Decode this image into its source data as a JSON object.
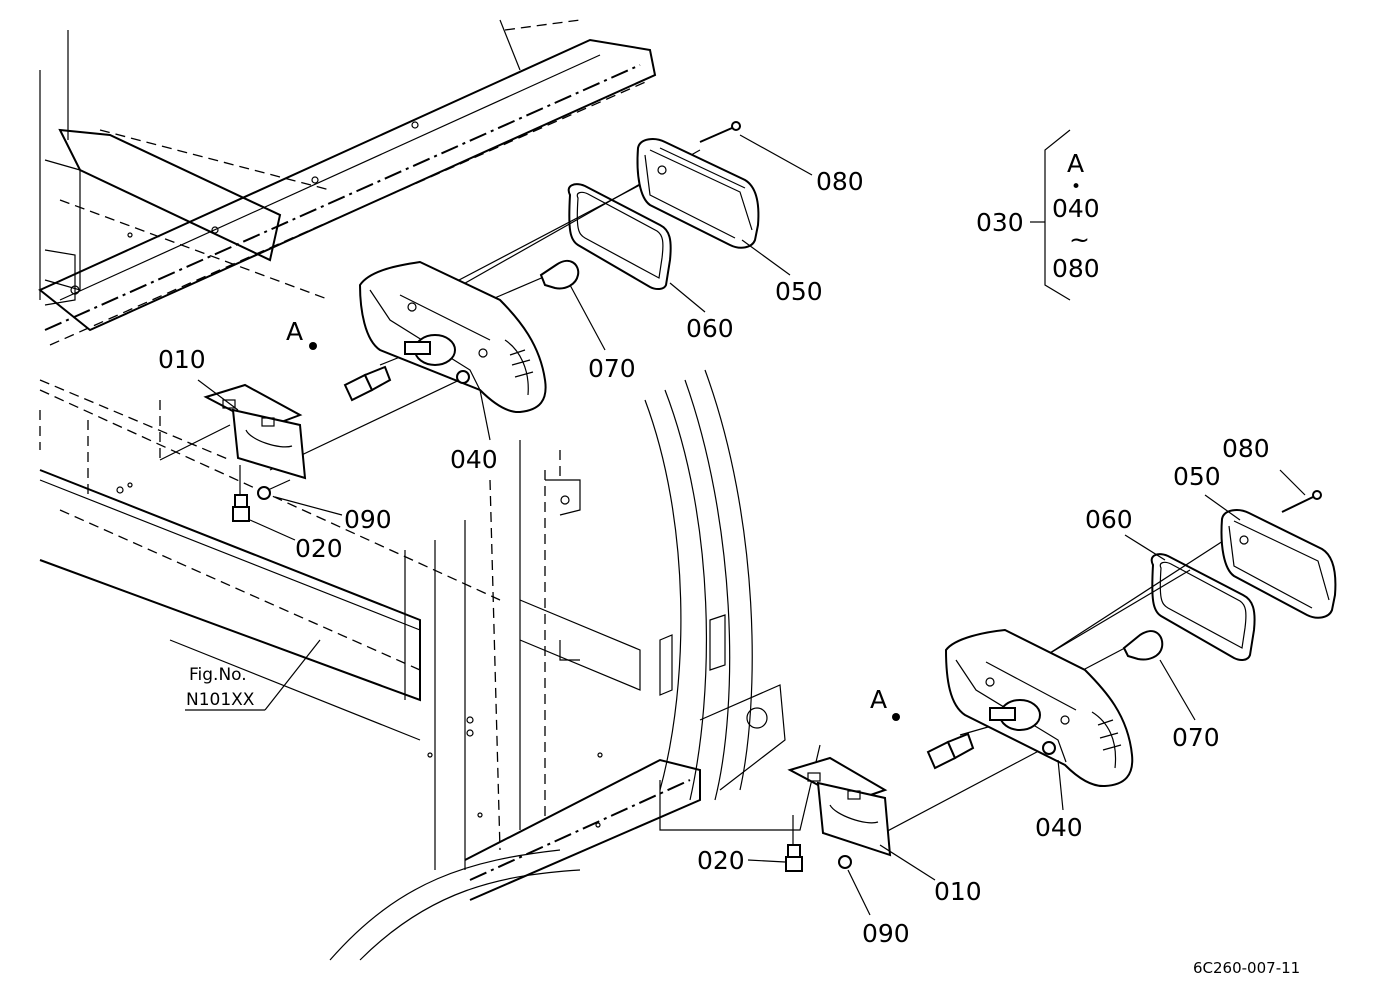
{
  "labels": {
    "top": {
      "l080": "080",
      "l050": "050",
      "l060": "060",
      "l070": "070",
      "l040": "040",
      "l010": "010",
      "l090": "090",
      "l020": "020",
      "a": "A"
    },
    "bottom": {
      "l080": "080",
      "l050": "050",
      "l060": "060",
      "l070": "070",
      "l040": "040",
      "l010": "010",
      "l090": "090",
      "l020": "020",
      "a": "A"
    },
    "assembly": {
      "ref": "030",
      "a": "A",
      "dot": "•",
      "from": "040",
      "tilde": "~",
      "to": "080"
    },
    "fig_ref": {
      "line1": "Fig.No.",
      "line2": "N101XX"
    },
    "drawing_code": "6C260-007-11"
  }
}
